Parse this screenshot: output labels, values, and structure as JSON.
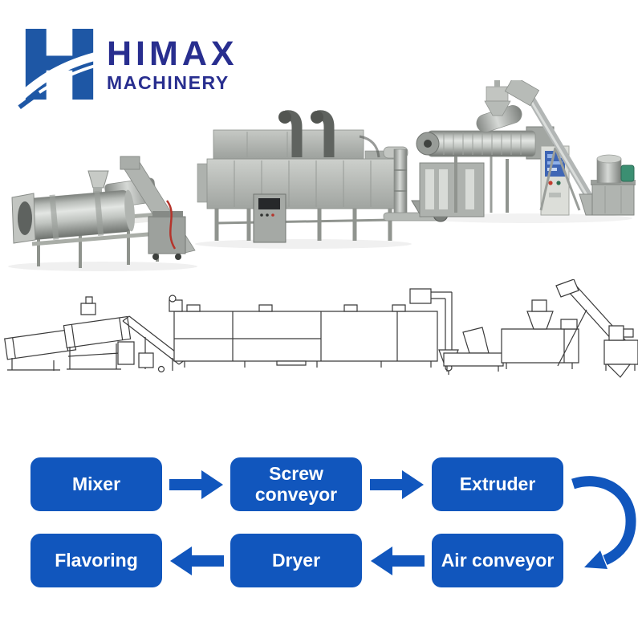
{
  "logo": {
    "brand": "HIMAX",
    "subtitle": "MACHINERY"
  },
  "colors": {
    "flow_box_blue": "#1156bd",
    "flow_arrow_blue": "#1156bd",
    "logo_h_blue": "#1e57a5",
    "logo_text_navy": "#282e8f"
  },
  "flowchart": {
    "row1": {
      "step1": "Mixer",
      "step2": "Screw conveyor",
      "step3": "Extruder"
    },
    "row2": {
      "step1": "Flavoring",
      "step2": "Dryer",
      "step3": "Air conveyor"
    }
  }
}
